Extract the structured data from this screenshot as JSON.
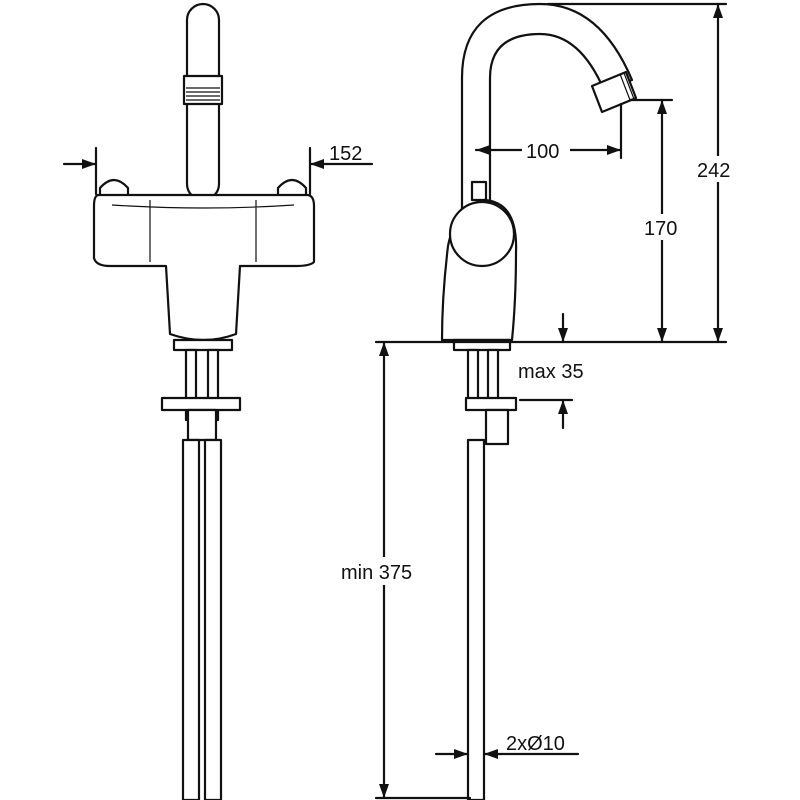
{
  "dimensions": {
    "width_label": "152",
    "spout_reach_label": "100",
    "height_total_label": "242",
    "outlet_height_label": "170",
    "deck_thickness_label": "max 35",
    "hose_length_label": "min 375",
    "hose_diameter_label": "2xØ10"
  },
  "colors": {
    "line": "#111111",
    "background": "#ffffff"
  }
}
